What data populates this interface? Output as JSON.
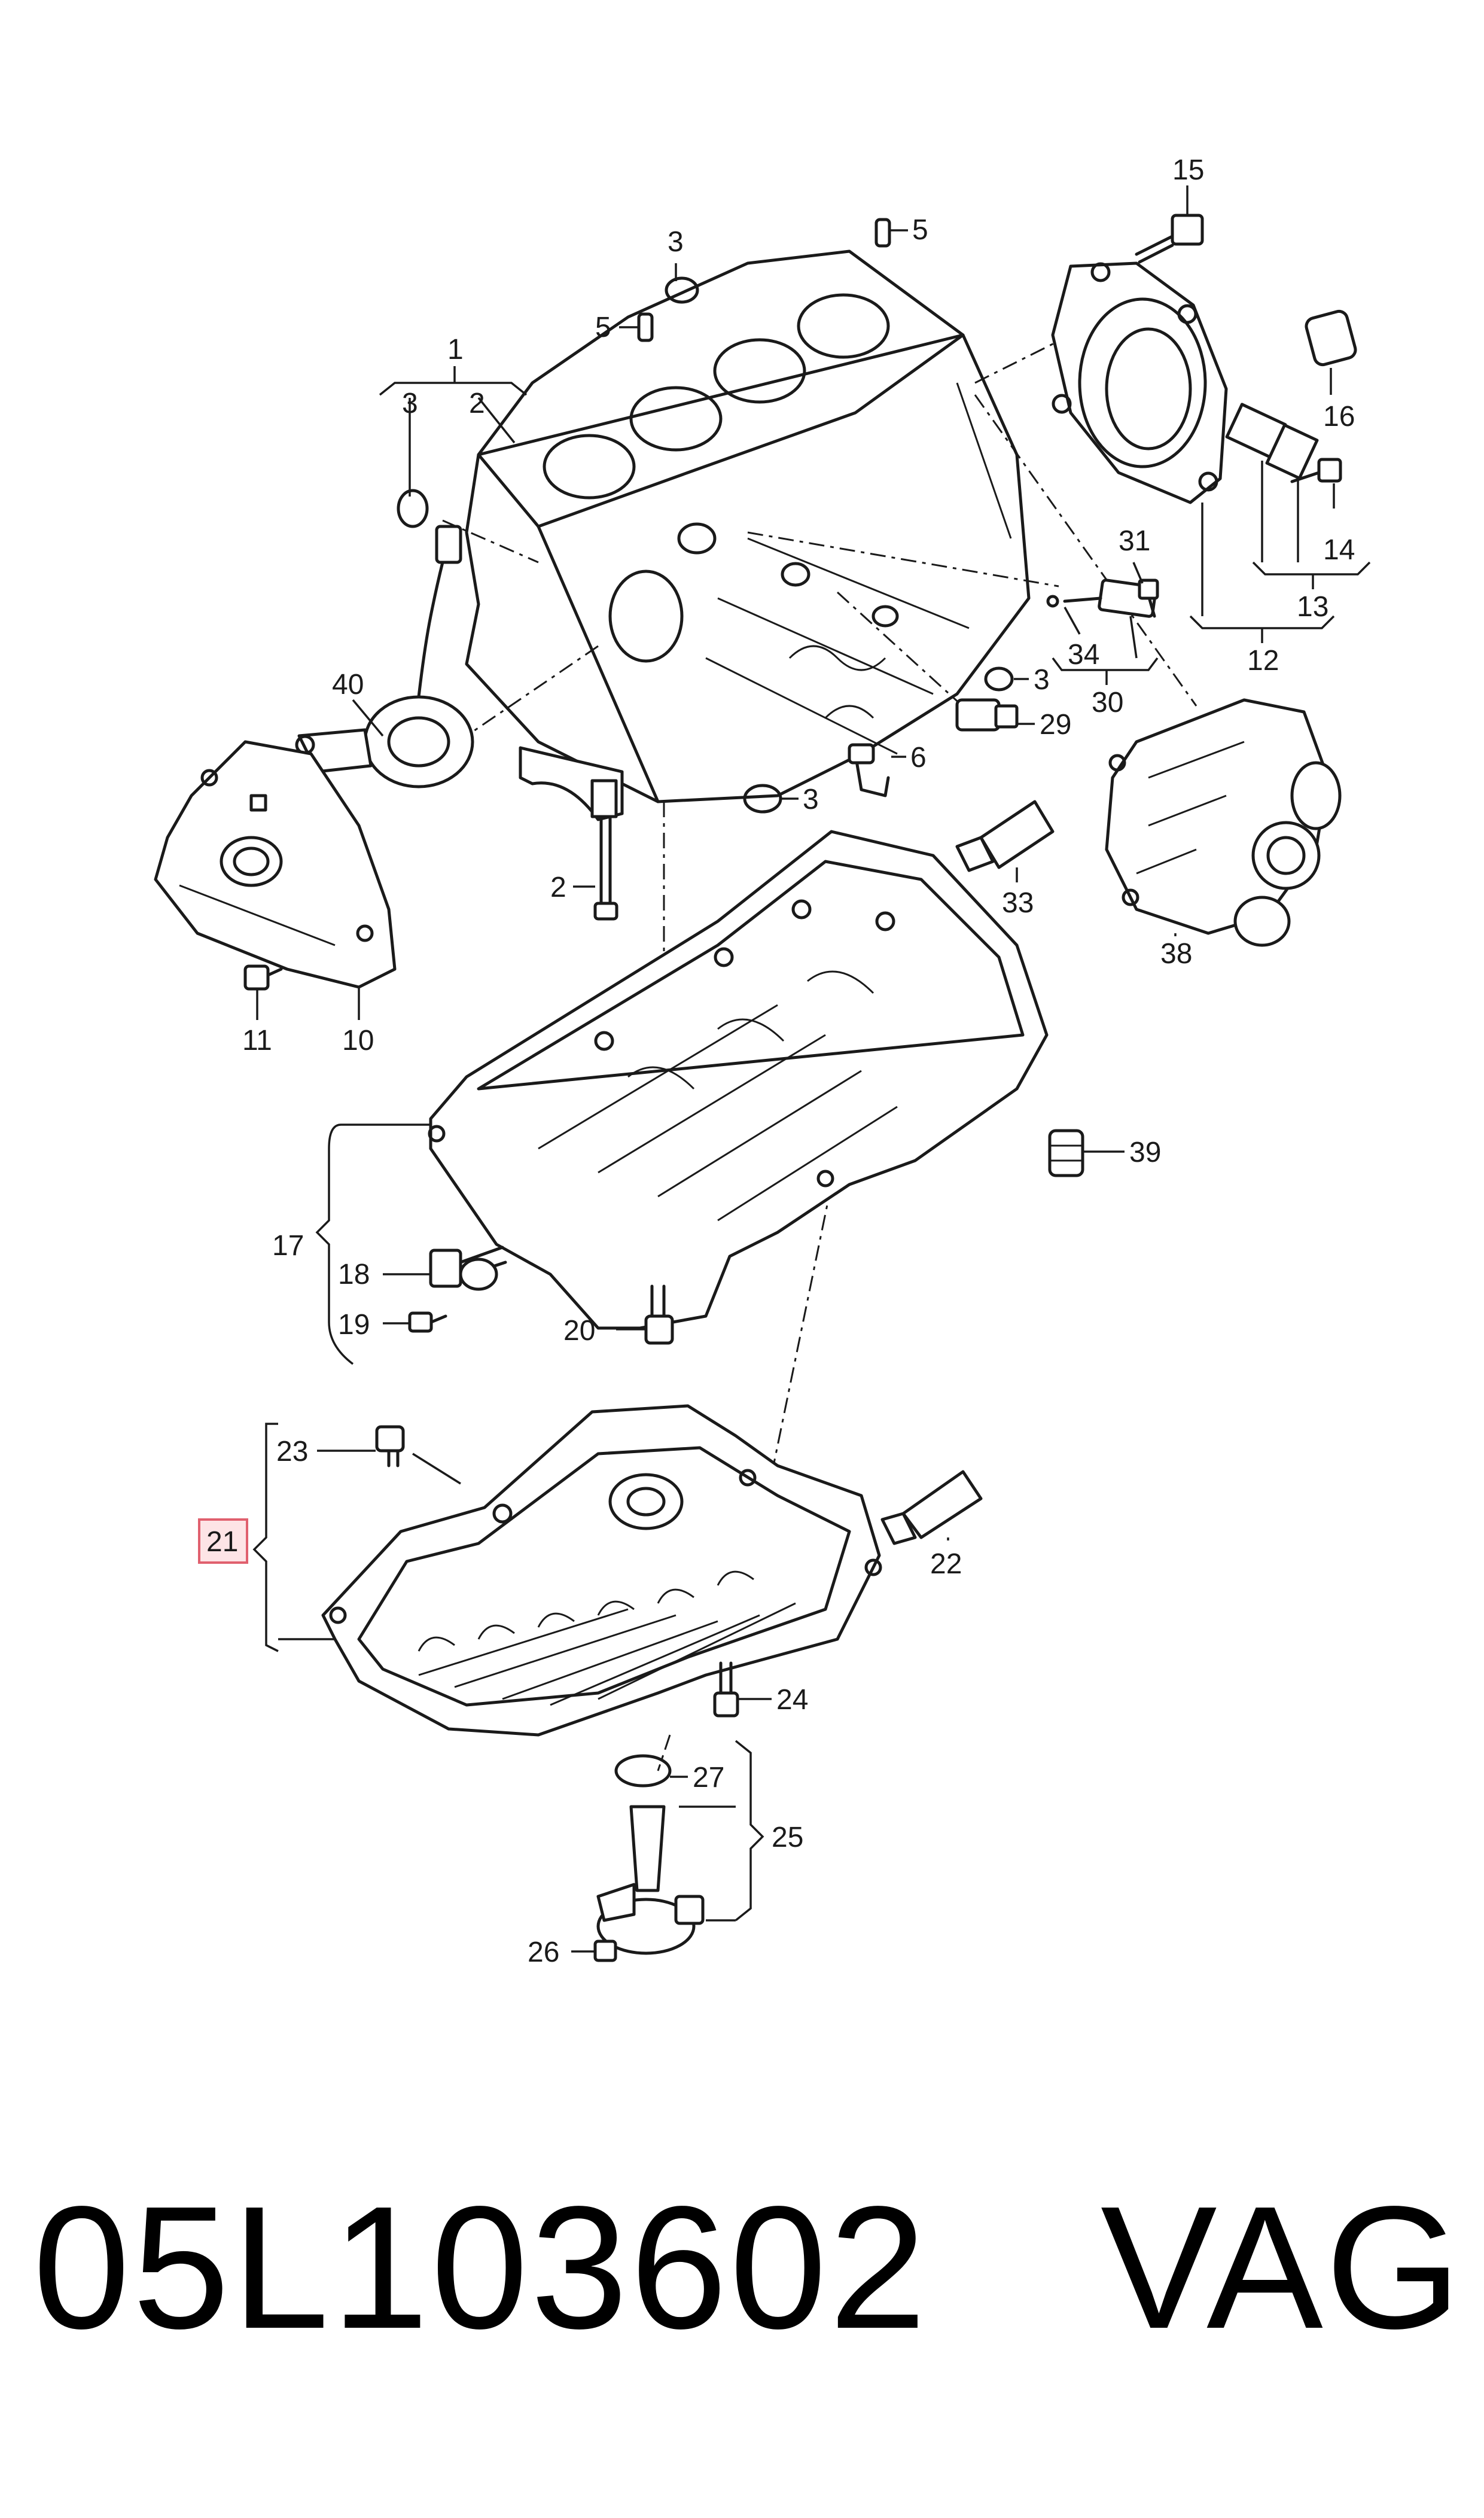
{
  "diagram": {
    "callouts": {
      "c1": "1",
      "c2a": "2",
      "c2b": "2",
      "c3a": "3",
      "c3b": "3",
      "c3c": "3",
      "c3d": "3",
      "c5a": "5",
      "c5b": "5",
      "c6": "6",
      "c10": "10",
      "c11": "11",
      "c12": "12",
      "c13": "13",
      "c14": "14",
      "c15": "15",
      "c16": "16",
      "c17": "17",
      "c18": "18",
      "c19": "19",
      "c20": "20",
      "c21": "21",
      "c22": "22",
      "c23": "23",
      "c24": "24",
      "c25": "25",
      "c26": "26",
      "c27": "27",
      "c29": "29",
      "c30": "30",
      "c31": "31",
      "c33": "33",
      "c34": "34",
      "c38": "38",
      "c39": "39",
      "c40": "40"
    },
    "highlighted_callout": "21"
  },
  "footer": {
    "part_number": "05L103602",
    "brand": "VAG"
  },
  "colors": {
    "line": "#1a1a1a",
    "highlight_fill": "#fde4e6",
    "highlight_border": "#e0606e"
  }
}
